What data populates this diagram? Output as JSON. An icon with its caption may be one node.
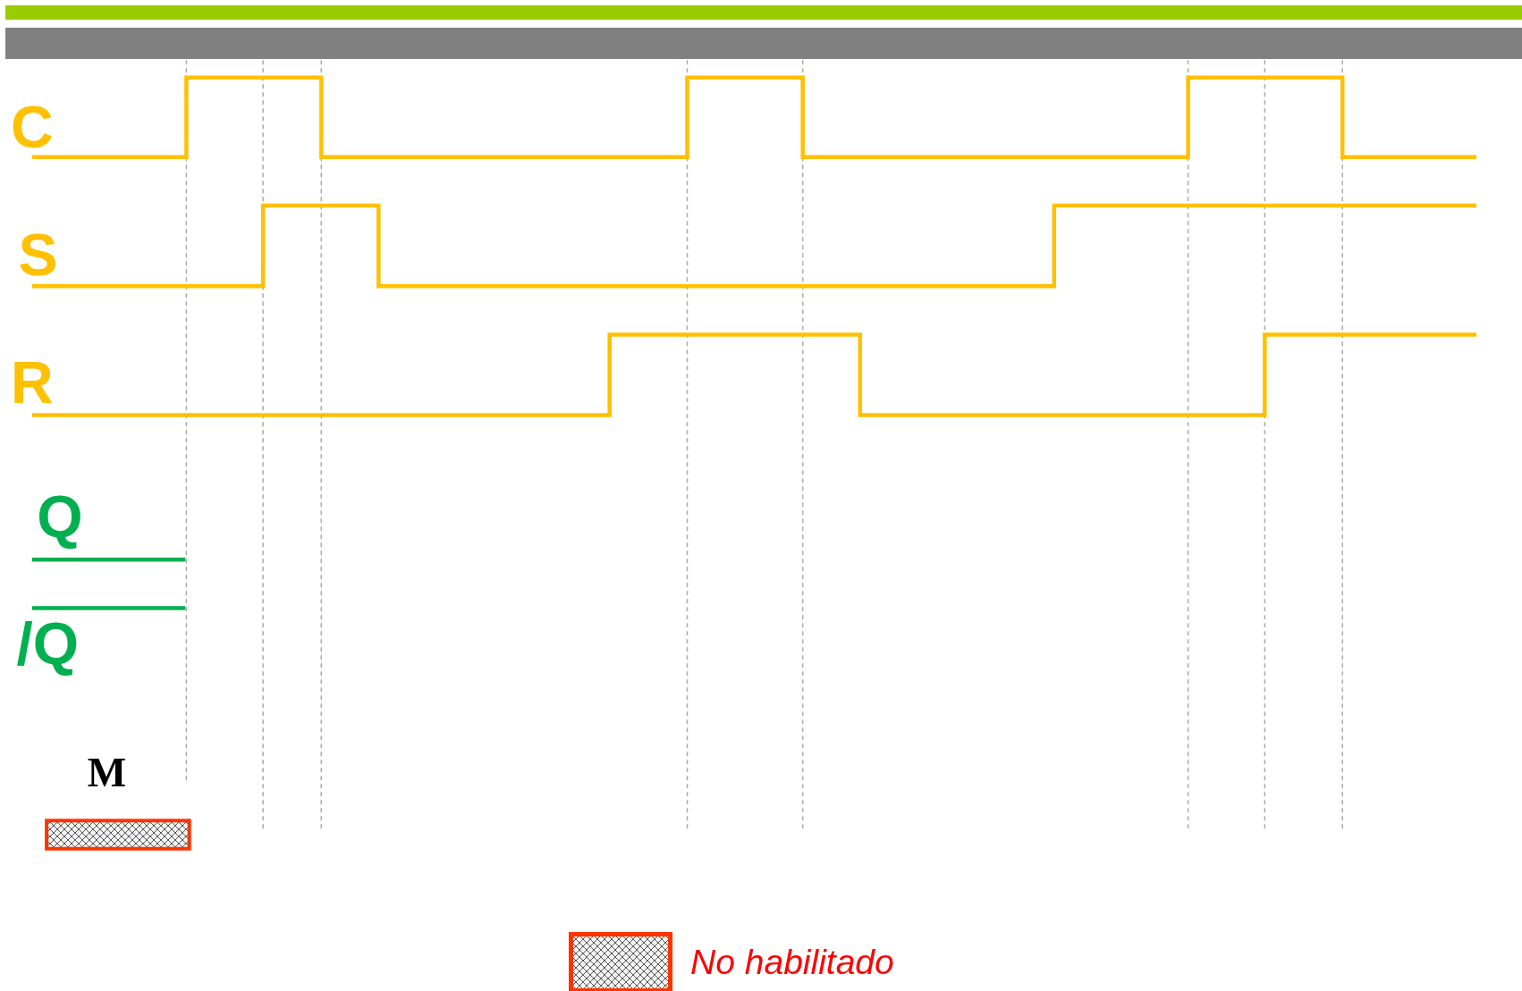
{
  "diagram": {
    "nodes": [
      {
        "text": [],
        "shape": "bar",
        "beside": [
          "M"
        ]
      }
    ],
    "labels": [
      "C",
      "S",
      "R",
      "Q",
      "/Q"
    ],
    "legend": [
      {
        "text": "No habilitado"
      }
    ]
  }
}
